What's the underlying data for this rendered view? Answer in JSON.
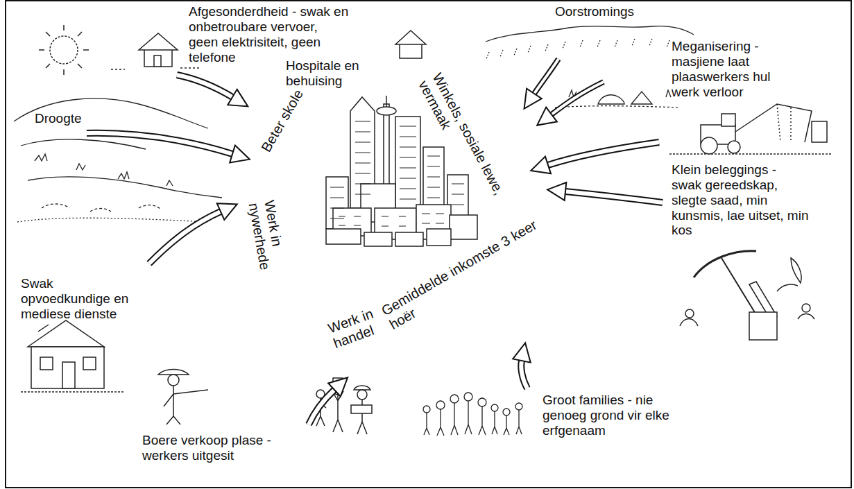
{
  "diagram": {
    "labels": [
      "Afgesonderdheid - swak en onbetroubare vervoer, geen elektrisiteit, geen telefone",
      "Oorstromings",
      "Hospitale en behuising",
      "Winkels, sosiale lewe, vermaak",
      "Meganisering - masjiene laat plaaswerkers hul werk verloor",
      "Droogte",
      "Beter skole",
      "Werk in nywerhede",
      "Klein beleggings - swak gereedskap, slegte saad, min kunsmis, lae uitset, min kos",
      "Swak opvoedkundige en mediese dienste",
      "Werk in handel",
      "Gemiddelde inkomste 3 keer hoër",
      "Boere verkoop plase - werkers uitgesit",
      "Groot families - nie genoeg grond vir elke erfgenaam"
    ]
  }
}
